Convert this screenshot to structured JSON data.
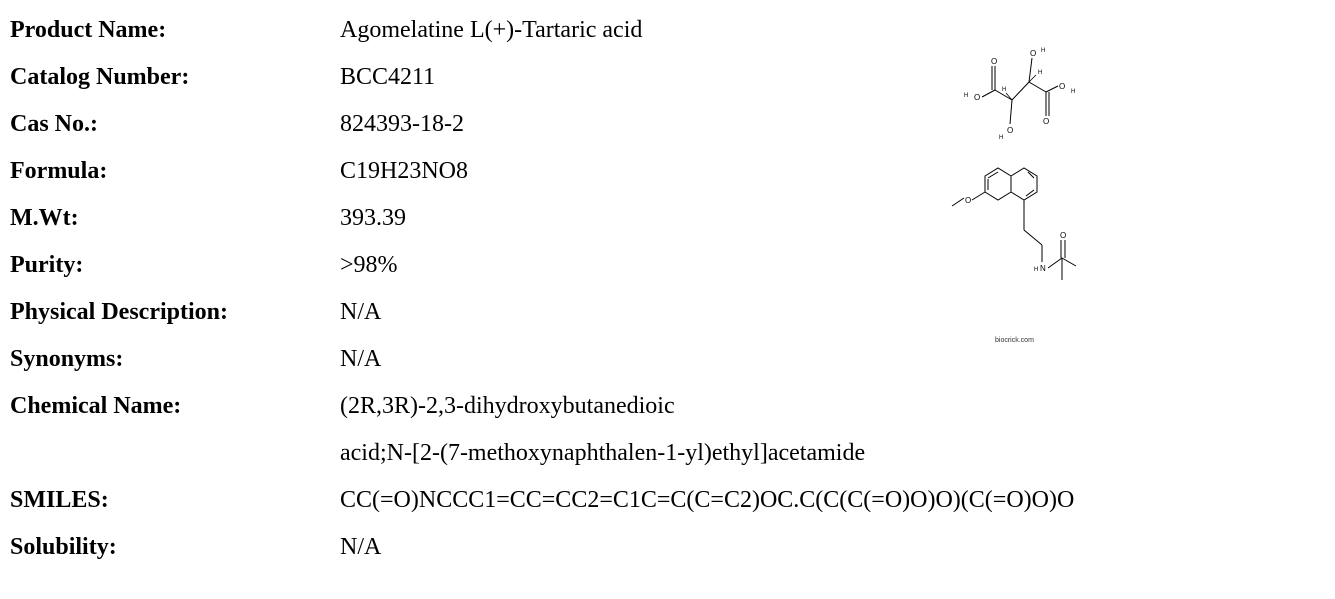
{
  "fields": [
    {
      "label": "Product Name:",
      "value": "Agomelatine L(+)-Tartaric acid"
    },
    {
      "label": "Catalog Number:",
      "value": "BCC4211"
    },
    {
      "label": "Cas No.:",
      "value": "824393-18-2"
    },
    {
      "label": "Formula:",
      "value": "C19H23NO8"
    },
    {
      "label": "M.Wt:",
      "value": "393.39"
    },
    {
      "label": "Purity:",
      "value": ">98%"
    },
    {
      "label": "Physical Description:",
      "value": "N/A"
    },
    {
      "label": "Synonyms:",
      "value": "N/A"
    },
    {
      "label": "Chemical Name:",
      "value": "(2R,3R)-2,3-dihydroxybutanedioic"
    },
    {
      "label": "",
      "value": "acid;N-[2-(7-methoxynaphthalen-1-yl)ethyl]acetamide"
    },
    {
      "label": "SMILES:",
      "value": "CC(=O)NCCC1=CC=CC2=C1C=C(C=C2)OC.C(C(C(=O)O)O)(C(=O)O)O"
    },
    {
      "label": "Solubility:",
      "value": "N/A"
    }
  ],
  "structure_image": {
    "watermark": "biocrick.com",
    "atoms": {
      "O": "O",
      "H": "H",
      "N": "N"
    }
  }
}
